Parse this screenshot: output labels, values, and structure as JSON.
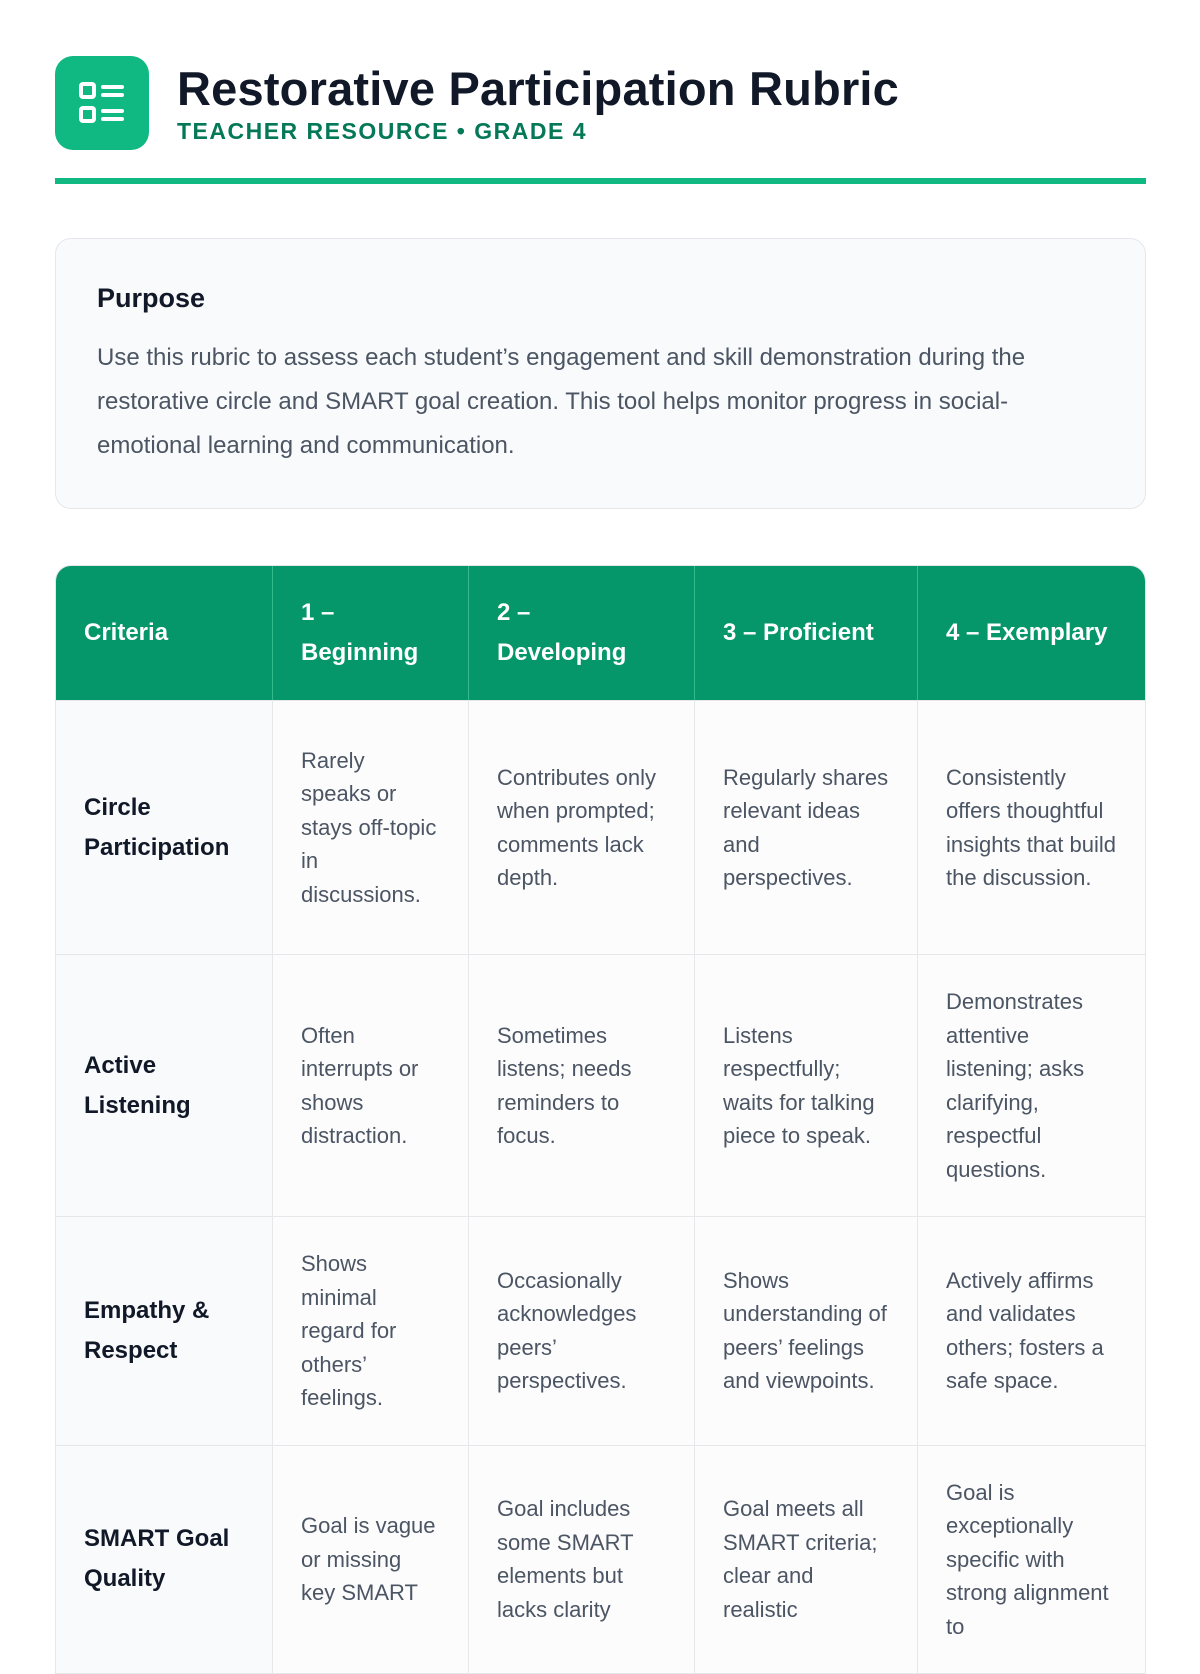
{
  "header": {
    "icon": "checklist-icon",
    "title": "Restorative Participation Rubric",
    "subtitle": "TEACHER RESOURCE • GRADE 4"
  },
  "purpose": {
    "heading": "Purpose",
    "text": "Use this rubric to assess each student’s engagement and skill demonstration during the restorative circle and SMART goal creation. This tool helps monitor progress in social-emotional learning and communication."
  },
  "table": {
    "headers": [
      "Criteria",
      "1 – Beginning",
      "2 – Developing",
      "3 – Proficient",
      "4 – Exemplary"
    ],
    "rows": [
      {
        "criteria": "Circle Participation",
        "cells": [
          "Rarely speaks or stays off-topic in discussions.",
          "Contributes only when prompted; comments lack depth.",
          "Regularly shares relevant ideas and perspectives.",
          "Consistently offers thoughtful insights that build the discussion."
        ]
      },
      {
        "criteria": "Active Listening",
        "cells": [
          "Often interrupts or shows distraction.",
          "Sometimes listens; needs reminders to focus.",
          "Listens respectfully; waits for talking piece to speak.",
          "Demonstrates attentive listening; asks clarifying, respectful questions."
        ]
      },
      {
        "criteria": "Empathy & Respect",
        "cells": [
          "Shows minimal regard for others’ feelings.",
          "Occasionally acknowledges peers’ perspectives.",
          "Shows understanding of peers’ feelings and viewpoints.",
          "Actively affirms and validates others; fosters a safe space."
        ]
      },
      {
        "criteria": "SMART Goal Quality",
        "cells": [
          "Goal is vague or missing key SMART",
          "Goal includes some SMART elements but lacks clarity",
          "Goal meets all SMART criteria; clear and realistic",
          "Goal is exceptionally specific with strong alignment to"
        ]
      }
    ]
  },
  "colors": {
    "accent": "#10b981",
    "header_bg": "#059669",
    "subtitle": "#047857"
  }
}
